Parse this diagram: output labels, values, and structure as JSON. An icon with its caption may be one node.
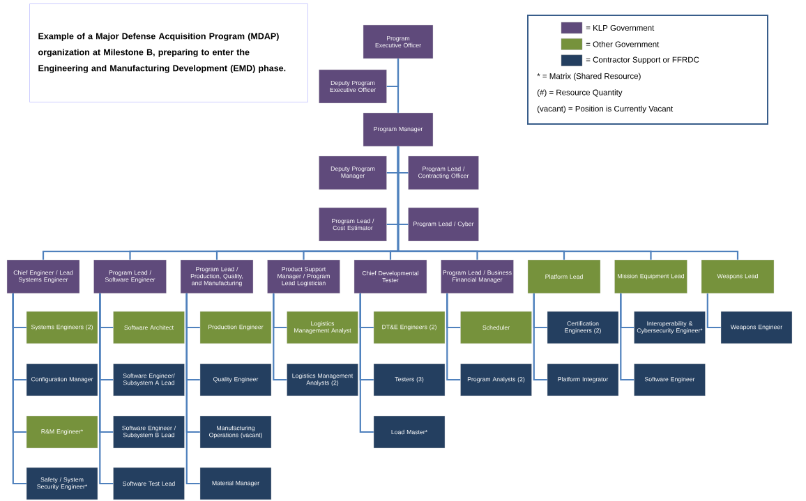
{
  "diagram": {
    "title": "Example of a Major Defense Acquisition Program (MDAP) organization at Milestone B, preparing to enter the Engineering and Manufacturing Development (EMD) phase.",
    "nodes": [
      {
        "text": [
          "Program Executive Officer"
        ]
      },
      {
        "text": [
          "Deputy Program Executive Officer"
        ]
      },
      {
        "text": [
          "Program Manager"
        ]
      },
      {
        "text": [
          "Deputy Program Manager"
        ]
      },
      {
        "text": [
          "Program Lead / Contracting Officer"
        ]
      },
      {
        "text": [
          "Program Lead / Cost Estimator"
        ]
      },
      {
        "text": [
          "Program Lead / Cyber"
        ]
      },
      {
        "text": [
          "Chief Engineer / Lead Systems Engineer"
        ]
      },
      {
        "text": [
          "Systems Engineers (2)"
        ]
      },
      {
        "text": [
          "Configuration Manager"
        ]
      },
      {
        "text": [
          "R&M Engineer*"
        ]
      },
      {
        "text": [
          "Safety / System Security Engineer*"
        ]
      },
      {
        "text": [
          "Program Lead / Software Engineer"
        ]
      },
      {
        "text": [
          "Software Architect"
        ]
      },
      {
        "text": [
          "Software Engineer/ Subsystem A Lead"
        ]
      },
      {
        "text": [
          "Software Engineer / Subsystem B Lead"
        ]
      },
      {
        "text": [
          "Software Test Lead"
        ]
      },
      {
        "text": [
          "Program Lead / Production, Quality, and Manufacturing"
        ]
      },
      {
        "text": [
          "Production Engineer"
        ]
      },
      {
        "text": [
          "Quality Engineer"
        ]
      },
      {
        "text": [
          "Manufacturing Operations (vacant)"
        ]
      },
      {
        "text": [
          "Material Manager"
        ]
      },
      {
        "text": [
          "Product Support Manager / Program Lead Logistician"
        ]
      },
      {
        "text": [
          "Logistics Management Analyst"
        ]
      },
      {
        "text": [
          "Logistics Management Analysts (2)"
        ]
      },
      {
        "text": [
          "Chief Developmental Tester"
        ]
      },
      {
        "text": [
          "DT&E Engineers (2)"
        ]
      },
      {
        "text": [
          "Testers (3)"
        ]
      },
      {
        "text": [
          "Load Master*"
        ]
      },
      {
        "text": [
          "Program Lead / Business Financial Manager"
        ]
      },
      {
        "text": [
          "Scheduler"
        ]
      },
      {
        "text": [
          "Program Analysts (2)"
        ]
      },
      {
        "text": [
          "Platform Lead"
        ]
      },
      {
        "text": [
          "Certification Engineers (2)"
        ]
      },
      {
        "text": [
          "Platform Integrator"
        ]
      },
      {
        "text": [
          "Mission Equipment Lead"
        ]
      },
      {
        "text": [
          "Interoperability & Cybersecurity Engineer*"
        ]
      },
      {
        "text": [
          "Software Engineer"
        ]
      },
      {
        "text": [
          "Weapons Lead"
        ]
      },
      {
        "text": [
          "Weapons Engineer"
        ]
      }
    ],
    "edges": [
      {
        "from": 0,
        "to": 1,
        "arrow": "none"
      },
      {
        "from": 0,
        "to": 2,
        "arrow": "none"
      },
      {
        "from": 2,
        "to": 3,
        "arrow": "none"
      },
      {
        "from": 2,
        "to": 4,
        "arrow": "none"
      },
      {
        "from": 2,
        "to": 5,
        "arrow": "none"
      },
      {
        "from": 2,
        "to": 6,
        "arrow": "none"
      },
      {
        "from": 2,
        "to": 7,
        "arrow": "none"
      },
      {
        "from": 2,
        "to": 12,
        "arrow": "none"
      },
      {
        "from": 2,
        "to": 17,
        "arrow": "none"
      },
      {
        "from": 2,
        "to": 22,
        "arrow": "none"
      },
      {
        "from": 2,
        "to": 25,
        "arrow": "none"
      },
      {
        "from": 2,
        "to": 29,
        "arrow": "none"
      },
      {
        "from": 2,
        "to": 32,
        "arrow": "none"
      },
      {
        "from": 2,
        "to": 35,
        "arrow": "none"
      },
      {
        "from": 2,
        "to": 38,
        "arrow": "none"
      },
      {
        "from": 7,
        "to": 8,
        "arrow": "none"
      },
      {
        "from": 7,
        "to": 9,
        "arrow": "none"
      },
      {
        "from": 7,
        "to": 10,
        "arrow": "none"
      },
      {
        "from": 7,
        "to": 11,
        "arrow": "none"
      },
      {
        "from": 12,
        "to": 13,
        "arrow": "none"
      },
      {
        "from": 12,
        "to": 14,
        "arrow": "none"
      },
      {
        "from": 12,
        "to": 15,
        "arrow": "none"
      },
      {
        "from": 12,
        "to": 16,
        "arrow": "none"
      },
      {
        "from": 17,
        "to": 18,
        "arrow": "none"
      },
      {
        "from": 17,
        "to": 19,
        "arrow": "none"
      },
      {
        "from": 17,
        "to": 20,
        "arrow": "none"
      },
      {
        "from": 17,
        "to": 21,
        "arrow": "none"
      },
      {
        "from": 22,
        "to": 23,
        "arrow": "none"
      },
      {
        "from": 22,
        "to": 24,
        "arrow": "none"
      },
      {
        "from": 25,
        "to": 26,
        "arrow": "none"
      },
      {
        "from": 25,
        "to": 27,
        "arrow": "none"
      },
      {
        "from": 25,
        "to": 28,
        "arrow": "none"
      },
      {
        "from": 29,
        "to": 30,
        "arrow": "none"
      },
      {
        "from": 29,
        "to": 31,
        "arrow": "none"
      },
      {
        "from": 32,
        "to": 33,
        "arrow": "none"
      },
      {
        "from": 32,
        "to": 34,
        "arrow": "none"
      },
      {
        "from": 35,
        "to": 36,
        "arrow": "none"
      },
      {
        "from": 35,
        "to": 37,
        "arrow": "none"
      },
      {
        "from": 38,
        "to": 39,
        "arrow": "none"
      }
    ],
    "legend": [
      {
        "text": "= KLP Government",
        "color": "#5f4a7b"
      },
      {
        "text": "= Other Government",
        "color": "#76923c"
      },
      {
        "text": "= Contractor Support or FFRDC",
        "color": "#243f60"
      },
      {
        "text": "* = Matrix (Shared Resource)"
      },
      {
        "text": "(#) = Resource Quantity"
      },
      {
        "text": "(vacant) = Position is Currently Vacant"
      }
    ]
  }
}
